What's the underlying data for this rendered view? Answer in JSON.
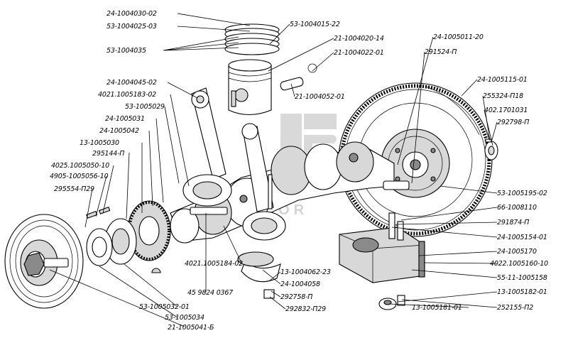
{
  "labels": {
    "l01": "24-1004030-02",
    "l02": "53-1004025-03",
    "l03": "53-1004035",
    "l04": "53-1004015-22",
    "l05": "21-1004020-14",
    "l06": "21-1004022-01",
    "l07": "21-1004052-01",
    "l08": "24-1004045-02",
    "l09": "4021.1005183-02",
    "l10": "53-1005029",
    "l11": "24-1005031",
    "l12": "24-1005042",
    "l13": "13-1005030",
    "l14": "295144-П",
    "l15": "4025.1005050-10",
    "l16": "4905-1005056-10",
    "l17": "295554-П29",
    "l18": "24-1005011-20",
    "l19": "291524-П",
    "l20": "24-1005115-01",
    "l21": "255324-П18",
    "l22": "402.1701031",
    "l23": "292798-П",
    "l24": "53-1005195-02",
    "l25": "66-1008110",
    "l26": "291874-П",
    "l27": "24-1005154-01",
    "l28": "24-1005170",
    "l29": "4022.1005160-10",
    "l30": "55-11-1005158",
    "l31": "13-1005182-01",
    "l32": "13-1005181-01",
    "l33": "252155-П2",
    "l34": "13-1004062-23",
    "l35": "24-1004058",
    "l36": "292832-П29",
    "l37": "292758-П",
    "l38": "4021.1005184-02",
    "l39": "45 9824 0367",
    "l40": "53-1005032-01",
    "l41": "53-1005034",
    "l42": "21-1005041-Б"
  },
  "watermark": {
    "text": "MOTOR",
    "color": "#d9d9d9"
  }
}
